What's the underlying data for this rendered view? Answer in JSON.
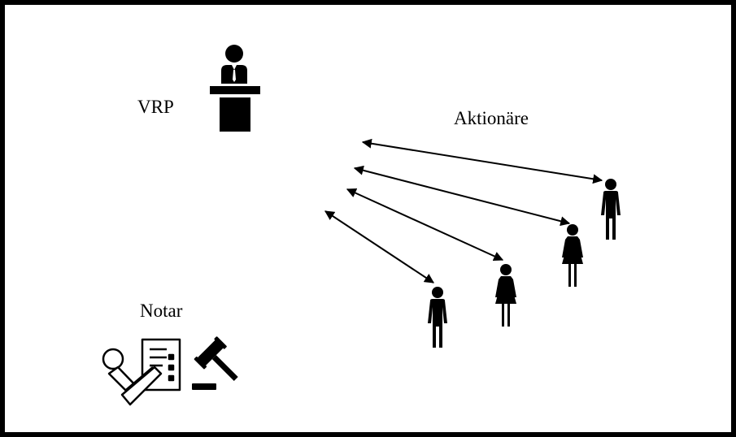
{
  "labels": {
    "vrp": "VRP",
    "shareholders": "Aktionäre",
    "notary": "Notar"
  },
  "icons": {
    "chairman": "speaker-at-podium-icon",
    "notary_document": "stamp-and-document-icon",
    "notary_gavel": "gavel-icon",
    "shareholder_male": "man-icon",
    "shareholder_female": "woman-icon"
  },
  "colors": {
    "ink": "#000000",
    "background": "#ffffff",
    "border": "#000000"
  }
}
